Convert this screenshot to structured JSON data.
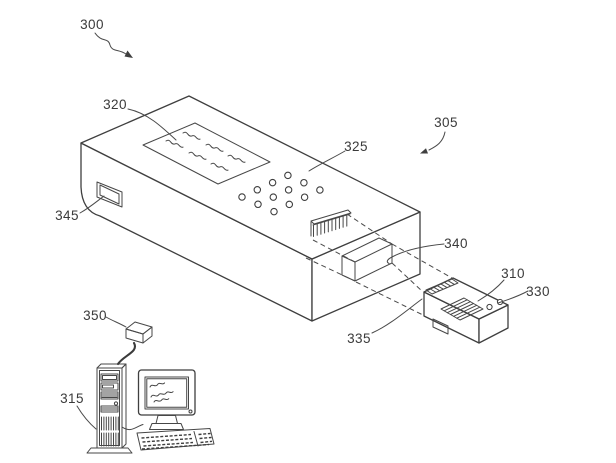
{
  "figure": {
    "kind": "patent-line-drawing",
    "background_color": "#ffffff",
    "line_color": "#3f3f3f",
    "label_color": "#3a3a3a",
    "reference_labels": {
      "r300": "300",
      "r305": "305",
      "r310": "310",
      "r315": "315",
      "r320": "320",
      "r325": "325",
      "r330": "330",
      "r335": "335",
      "r340": "340",
      "r345": "345",
      "r350": "350"
    }
  }
}
